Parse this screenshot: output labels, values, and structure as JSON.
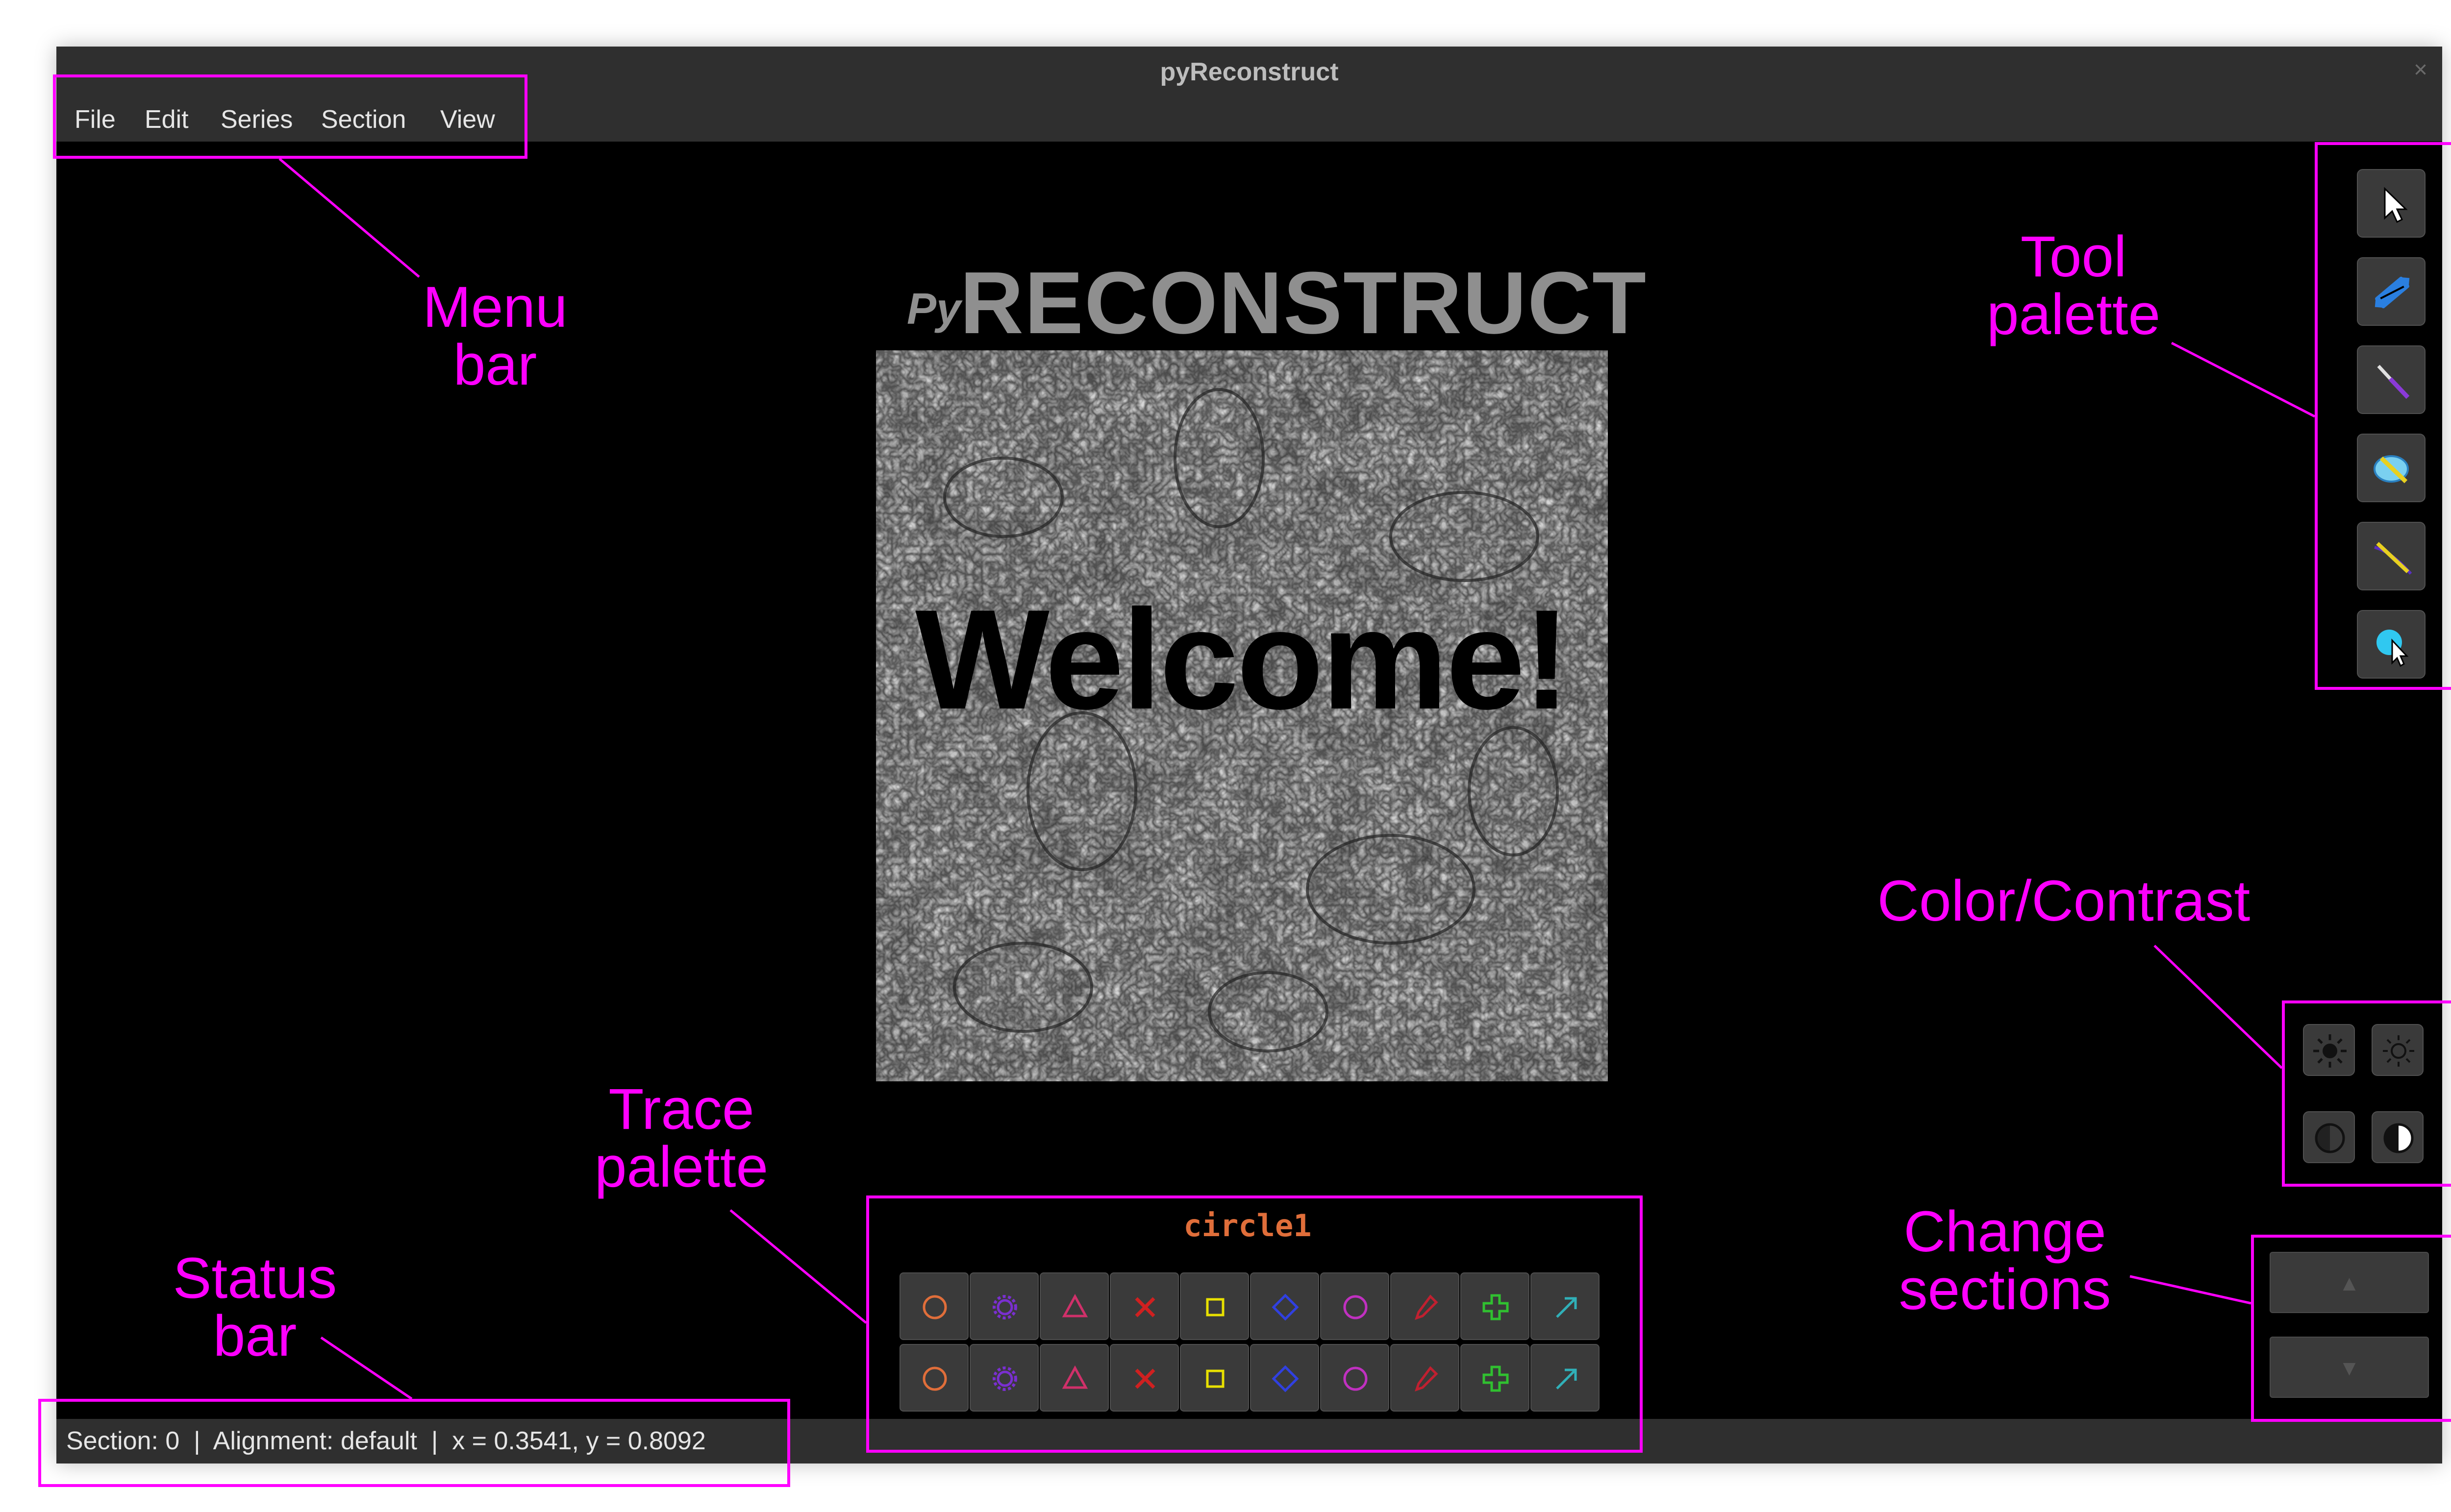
{
  "window": {
    "title": "pyReconstruct",
    "close_glyph": "×"
  },
  "menu": {
    "items": [
      "File",
      "Edit",
      "Series",
      "Section",
      "View"
    ]
  },
  "welcome": {
    "logo_prefix": "Py",
    "logo_main": "RECONSTRUCT",
    "message": "Welcome!"
  },
  "status": {
    "text": "Section: 0  |  Alignment: default  |  x = 0.3541, y = 0.8092"
  },
  "trace_palette": {
    "current": "circle1",
    "row1": [
      {
        "shape": "circle",
        "color": "#e06e3a"
      },
      {
        "shape": "gear",
        "color": "#7a2fd0"
      },
      {
        "shape": "triangle",
        "color": "#d0306a"
      },
      {
        "shape": "x",
        "color": "#d02020"
      },
      {
        "shape": "square",
        "color": "#e8e000"
      },
      {
        "shape": "diamond",
        "color": "#3040e0"
      },
      {
        "shape": "circle",
        "color": "#c030c0"
      },
      {
        "shape": "pin",
        "color": "#c02030"
      },
      {
        "shape": "cross",
        "color": "#30c030"
      },
      {
        "shape": "arrow",
        "color": "#30b0b8"
      }
    ],
    "row2": [
      {
        "shape": "circle",
        "color": "#e06e3a"
      },
      {
        "shape": "gear",
        "color": "#7a2fd0"
      },
      {
        "shape": "triangle",
        "color": "#d0306a"
      },
      {
        "shape": "x",
        "color": "#d02020"
      },
      {
        "shape": "square",
        "color": "#e8e000"
      },
      {
        "shape": "diamond",
        "color": "#3040e0"
      },
      {
        "shape": "circle",
        "color": "#c030c0"
      },
      {
        "shape": "pin",
        "color": "#c02030"
      },
      {
        "shape": "cross",
        "color": "#30c030"
      },
      {
        "shape": "arrow",
        "color": "#30b0b8"
      }
    ]
  },
  "tools": [
    "pointer-icon",
    "pan-zoom-icon",
    "knife-icon",
    "closed-trace-icon",
    "open-trace-icon",
    "stamp-icon"
  ],
  "color_contrast": [
    "brightness-up-icon",
    "brightness-down-icon",
    "contrast-down-icon",
    "contrast-up-icon"
  ],
  "change_sections": {
    "up": "▲",
    "down": "▼"
  },
  "annotations": {
    "menu_bar": "Menu\nbar",
    "tool_palette": "Tool\npalette",
    "color_contrast": "Color/Contrast",
    "trace_palette": "Trace\npalette",
    "status_bar": "Status\nbar",
    "change_sections": "Change\nsections"
  },
  "colors": {
    "annotation": "#ff00ff",
    "window_bg": "#000000",
    "chrome": "#2f2f2f",
    "text": "#e6e6e6"
  }
}
